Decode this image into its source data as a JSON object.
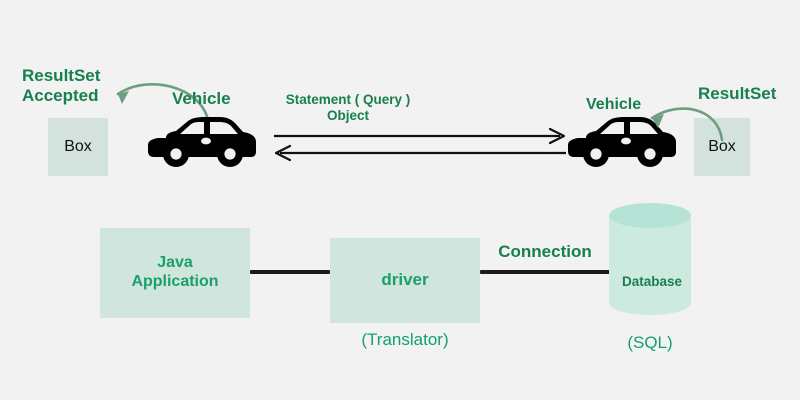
{
  "diagram": {
    "title": "JDBC Architecture Analogy Diagram",
    "background_color": "#f2f2f2",
    "accent_green": "#17804e",
    "accent_teal": "#1aa06a",
    "mint_box_color": "#d3e2dd",
    "mint_panel_color": "#cfe5dd",
    "cylinder_color": "#cdeae0",
    "arrow_curve_color": "#6e9e80",
    "arrow_line_color": "#111111"
  },
  "top_row": {
    "left": {
      "result_label": "ResultSet\nAccepted",
      "box_label": "Box",
      "vehicle_label": "Vehicle",
      "curved_arrow_name": "result-set-accepted-arrow"
    },
    "center": {
      "statement_label": "Statement ( Query )\nObject",
      "arrow_right_name": "statement-arrow-right",
      "arrow_left_name": "resultset-arrow-left"
    },
    "right": {
      "vehicle_label": "Vehicle",
      "result_label": "ResultSet",
      "box_label": "Box",
      "curved_arrow_name": "result-set-arrow"
    }
  },
  "bottom_row": {
    "java_application": {
      "label": "Java\nApplication"
    },
    "driver": {
      "label": "driver",
      "sublabel": "(Translator)"
    },
    "connection": {
      "label": "Connection"
    },
    "database": {
      "label": "Database",
      "sublabel": "(SQL)"
    }
  }
}
